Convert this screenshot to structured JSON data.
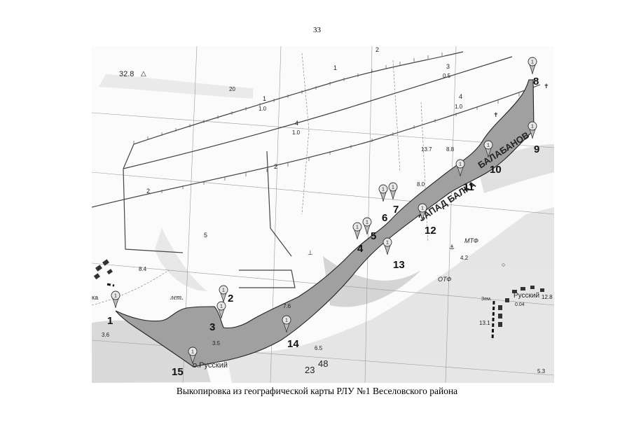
{
  "page": {
    "number": "33",
    "caption": "Выкопировка из географической карты РЛУ №1 Веселовского района"
  },
  "map": {
    "polygon_fill": "#a0a0a0",
    "pin_marker": "1",
    "points": [
      {
        "label": "1"
      },
      {
        "label": "2"
      },
      {
        "label": "3"
      },
      {
        "label": "4"
      },
      {
        "label": "5"
      },
      {
        "label": "6"
      },
      {
        "label": "7"
      },
      {
        "label": "8"
      },
      {
        "label": "9"
      },
      {
        "label": "10"
      },
      {
        "label": "11"
      },
      {
        "label": "12"
      },
      {
        "label": "13"
      },
      {
        "label": "14"
      },
      {
        "label": "15"
      }
    ],
    "labels": {
      "elevation_main": "32.8",
      "elev_8_4": "8.4",
      "elev_3_6": "3.6",
      "elev_3_5": "3.5",
      "elev_7_6": "7.6",
      "elev_6_5": "6.5",
      "elev_13_7": "13.7",
      "elev_8_8": "8.8",
      "elev_8_0": "8.0",
      "elev_13_1": "13.1",
      "elev_12_8": "12.8",
      "elev_5_3": "5.3",
      "elev_4_2": "4.2",
      "num_23": "23",
      "num_48": "48",
      "num_5": "5",
      "frac_3_top": "3",
      "frac_3_bot": "0.5",
      "frac_4a_top": "4",
      "frac_4a_bot": "1.0",
      "frac_4b_top": "4",
      "frac_4b_bot": "1.0",
      "frac_1_top": "1",
      "frac_1_bot": "1.0",
      "num_2": "2",
      "num_20": "20",
      "num_1": "1",
      "canal_label": "ЗАПАД БАЛКА",
      "canal_label2": "БАЛАБАНОВ",
      "farm_mtf": "МТФ",
      "farm_otf": "ОТФ",
      "village": "Русский",
      "village_pop": "0.04",
      "island": "о.Русский",
      "summer": "лет.",
      "zem": "Зем.",
      "ka": "ка"
    }
  }
}
